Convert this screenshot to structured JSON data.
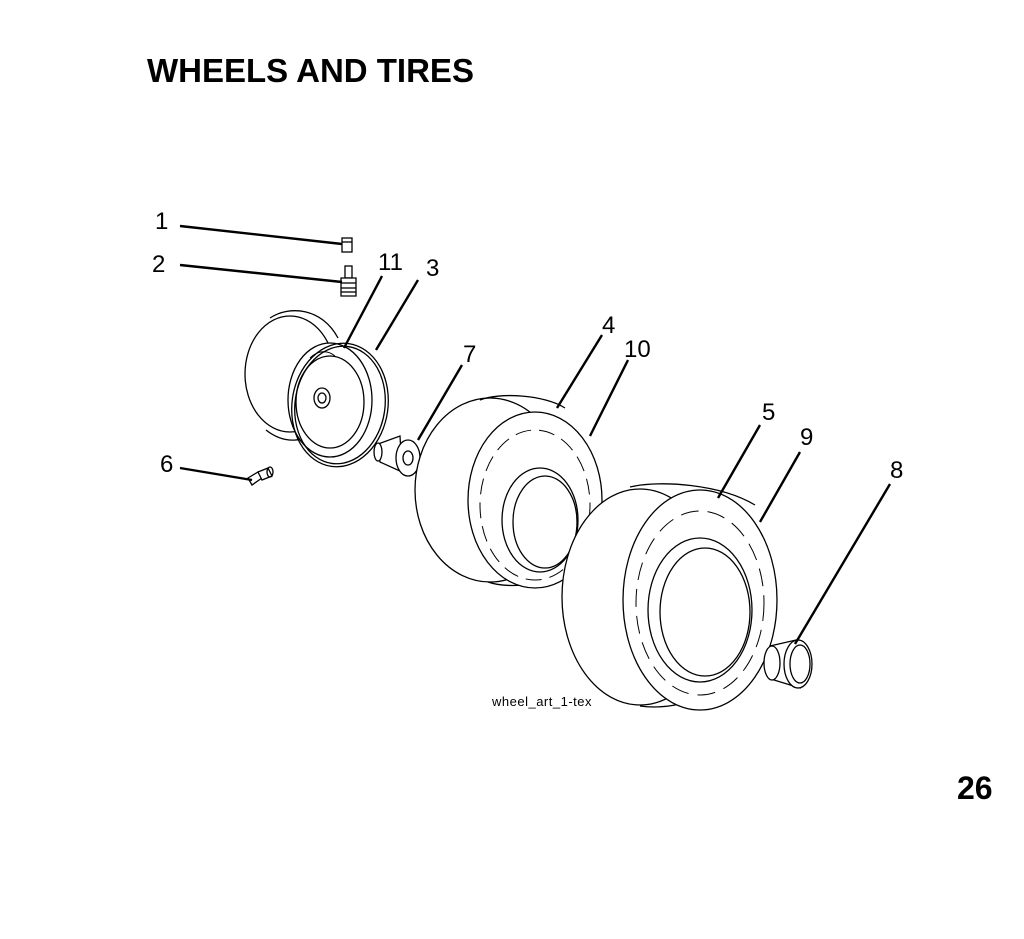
{
  "page": {
    "title": "WHEELS AND TIRES",
    "page_number": "26",
    "art_id": "wheel_art_1-tex"
  },
  "callouts": {
    "c1": "1",
    "c2": "2",
    "c3": "3",
    "c4": "4",
    "c5": "5",
    "c6": "6",
    "c7": "7",
    "c8": "8",
    "c9": "9",
    "c10": "10",
    "c11": "11"
  }
}
